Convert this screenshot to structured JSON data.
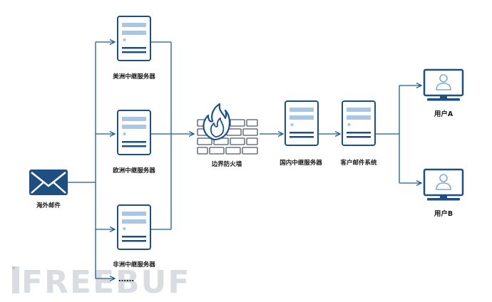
{
  "nodes": {
    "overseas_mail": "海外邮件",
    "relay_america": "美洲中继服务器",
    "relay_europe": "欧洲中继服务器",
    "relay_africa": "非洲中继服务器",
    "more": "……",
    "firewall": "边界防火墙",
    "domestic_relay": "国内中继服务器",
    "client_mail": "客户邮件系统",
    "user_a": "用户A",
    "user_b": "用户B"
  },
  "watermark": "FREEBUF",
  "colors": {
    "line": "#1f5a93",
    "server_fill": "#ffffff",
    "server_stroke": "#1f4f80",
    "server_bar": "#a9c7e4",
    "brick_stroke": "#4d5966",
    "flame": "#1e4f85",
    "envelope": "#1f4f80"
  }
}
